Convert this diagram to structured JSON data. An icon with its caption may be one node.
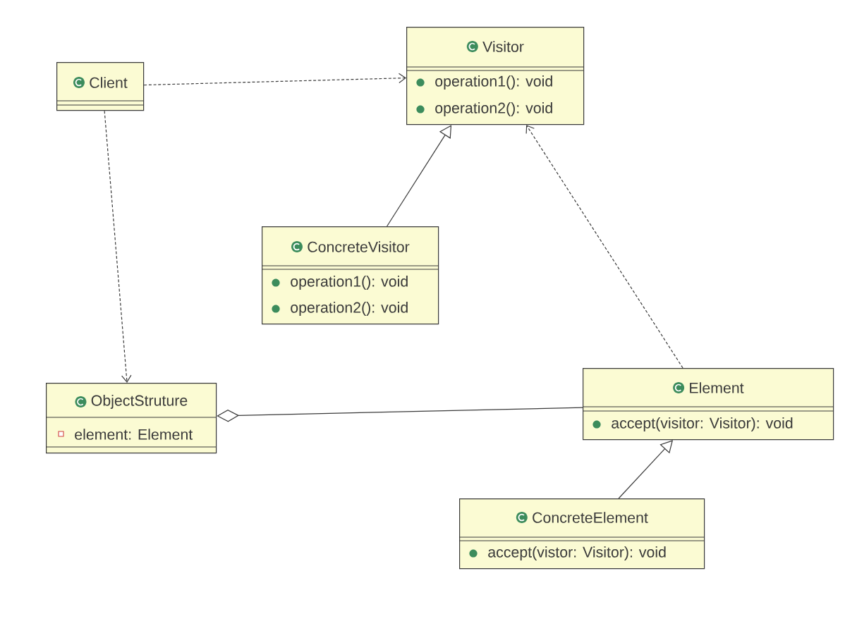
{
  "diagram": {
    "nodes": [
      {
        "text": [
          "Visitor",
          "operation1(): void",
          "operation2(): void"
        ]
      },
      {
        "text": [
          "Client"
        ]
      },
      {
        "text": [
          "ConcreteVisitor",
          "operation1(): void",
          "operation2(): void"
        ]
      },
      {
        "text": [
          "ObjectStruture",
          "element: Element"
        ]
      },
      {
        "text": [
          "Element",
          "accept(visitor: Visitor): void"
        ]
      },
      {
        "text": [
          "ConcreteElement",
          "accept(vistor: Visitor): void"
        ]
      }
    ],
    "edges": [
      {
        "from": 1,
        "to": 0,
        "arrow": "to",
        "style": "dashed"
      },
      {
        "from": 1,
        "to": 3,
        "arrow": "to",
        "style": "dashed"
      },
      {
        "from": 2,
        "to": 0,
        "arrow": "to"
      },
      {
        "from": 4,
        "to": 0,
        "arrow": "to",
        "style": "dashed"
      },
      {
        "from": 3,
        "to": 4,
        "arrow": "other"
      },
      {
        "from": 5,
        "to": 4,
        "arrow": "to"
      }
    ]
  }
}
